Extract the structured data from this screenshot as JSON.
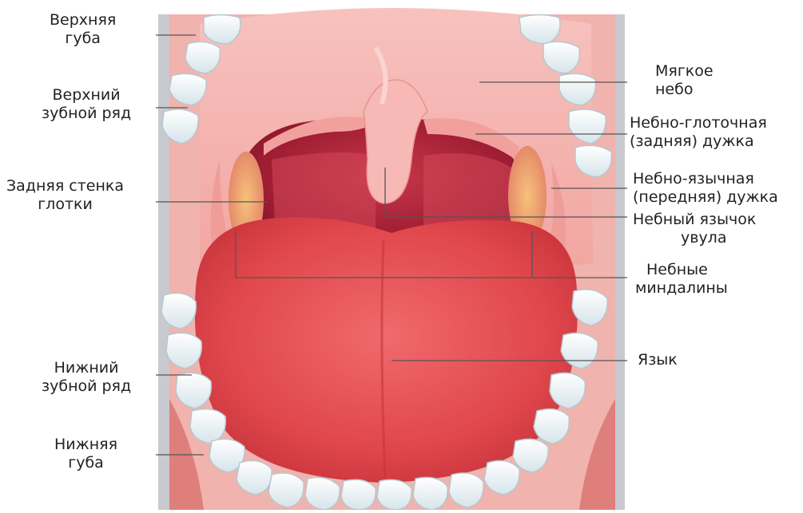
{
  "labels": {
    "upper_lip": [
      "Верхняя",
      "губа"
    ],
    "upper_teeth": [
      "Верхний",
      "зубной ряд"
    ],
    "pharynx_wall": [
      "Задняя стенка",
      "глотки"
    ],
    "lower_teeth": [
      "Нижний",
      "зубной ряд"
    ],
    "lower_lip": [
      "Нижняя",
      "губа"
    ],
    "soft_palate": [
      "Мягкое",
      "небо"
    ],
    "palatopharyngeal_arch": [
      "Небно-глоточная",
      "(задняя) дужка"
    ],
    "palatoglossal_arch": [
      "Небно-язычная",
      "(передняя) дужка"
    ],
    "uvula": [
      "Небный язычок",
      "увула"
    ],
    "tonsils": [
      "Небные",
      "миндалины"
    ],
    "tongue": [
      "Язык"
    ]
  },
  "colors": {
    "background": "#ffffff",
    "leader_line": "#555555",
    "label_text": "#222222",
    "lip_outer": "#f0a9a5",
    "palate": "#f5b5b1",
    "throat": "#b8283a",
    "tongue": "#e3484d",
    "teeth": "#eef5f7"
  }
}
